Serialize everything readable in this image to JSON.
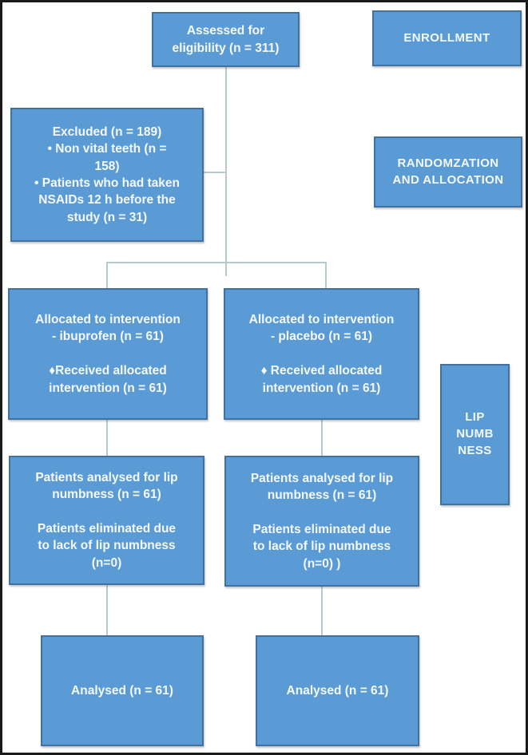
{
  "colors": {
    "box_fill": "#5b9bd5",
    "box_border": "#41719c",
    "connector": "#b6c9ce",
    "text": "#f4f9fd",
    "frame": "#1a1a1a",
    "background": "#ffffff"
  },
  "flow": {
    "assessed": "Assessed for\neligibility (n = 311)",
    "excluded": "Excluded (n = 189)\n• Non vital teeth (n =\n158)\n• Patients who had taken\nNSAIDs 12 h before the\nstudy (n = 31)",
    "alloc_ibuprofen": "Allocated to intervention\n- ibuprofen (n = 61)\n\n♦Received allocated\nintervention (n = 61)",
    "alloc_placebo": "Allocated to intervention\n- placebo (n = 61)\n\n♦ Received allocated\nintervention (n = 61)",
    "analysed_lip_ibuprofen": "Patients analysed for lip\nnumbness (n = 61)\n\nPatients eliminated due\nto lack of lip numbness\n(n=0)",
    "analysed_lip_placebo": "Patients analysed for lip\nnumbness (n = 61)\n\nPatients eliminated due\nto lack of lip numbness\n(n=0) )",
    "analysed_ibuprofen": "Analysed (n = 61)",
    "analysed_placebo": "Analysed (n = 61)"
  },
  "stages": {
    "enrollment": "ENROLLMENT",
    "randomization": "RANDOMZATION\nAND ALLOCATION",
    "lip_numbness": "LIP\nNUMB\nNESS"
  }
}
